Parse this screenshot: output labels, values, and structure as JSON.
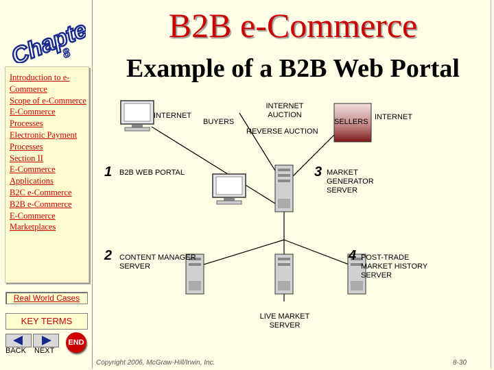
{
  "slide": {
    "title": "B2B e-Commerce",
    "subtitle": "Example of a B2B Web Portal"
  },
  "sidebar": {
    "logo_text": "Chapter",
    "chapter_number": "8",
    "links": [
      "Introduction to e-Commerce",
      "Scope of e-Commerce",
      "E-Commerce Processes",
      "Electronic Payment Processes",
      "Section II",
      "E-Commerce Applications",
      "B2C e-Commerce",
      "B2B e-Commerce",
      "E-Commerce Marketplaces"
    ],
    "real_world_cases": "Real World Cases",
    "key_terms": "KEY TERMS",
    "back_label": "BACK",
    "next_label": "NEXT",
    "end_label": "END"
  },
  "diagram": {
    "internet_left": "INTERNET",
    "buyers": "BUYERS",
    "internet_auction": "INTERNET AUCTION",
    "reverse_auction": "REVERSE AUCTION",
    "sellers": "SELLERS",
    "internet_right": "INTERNET",
    "num1": "1",
    "b2b_web_portal": "B2B WEB PORTAL",
    "num3": "3",
    "market_generator_server": "MARKET GENERATOR SERVER",
    "num2": "2",
    "content_manager_server": "CONTENT MANAGER SERVER",
    "num4": "4",
    "post_trade_server": "POST-TRADE MARKET HISTORY SERVER",
    "live_market_server": "LIVE MARKET SERVER"
  },
  "footer": {
    "copyright": "Copyright 2006, McGraw-Hill/Irwin, Inc.",
    "page": "8-30"
  },
  "colors": {
    "accent": "#cc0000",
    "background": "#fffde6",
    "logo_blue": "#1a2a8c"
  }
}
